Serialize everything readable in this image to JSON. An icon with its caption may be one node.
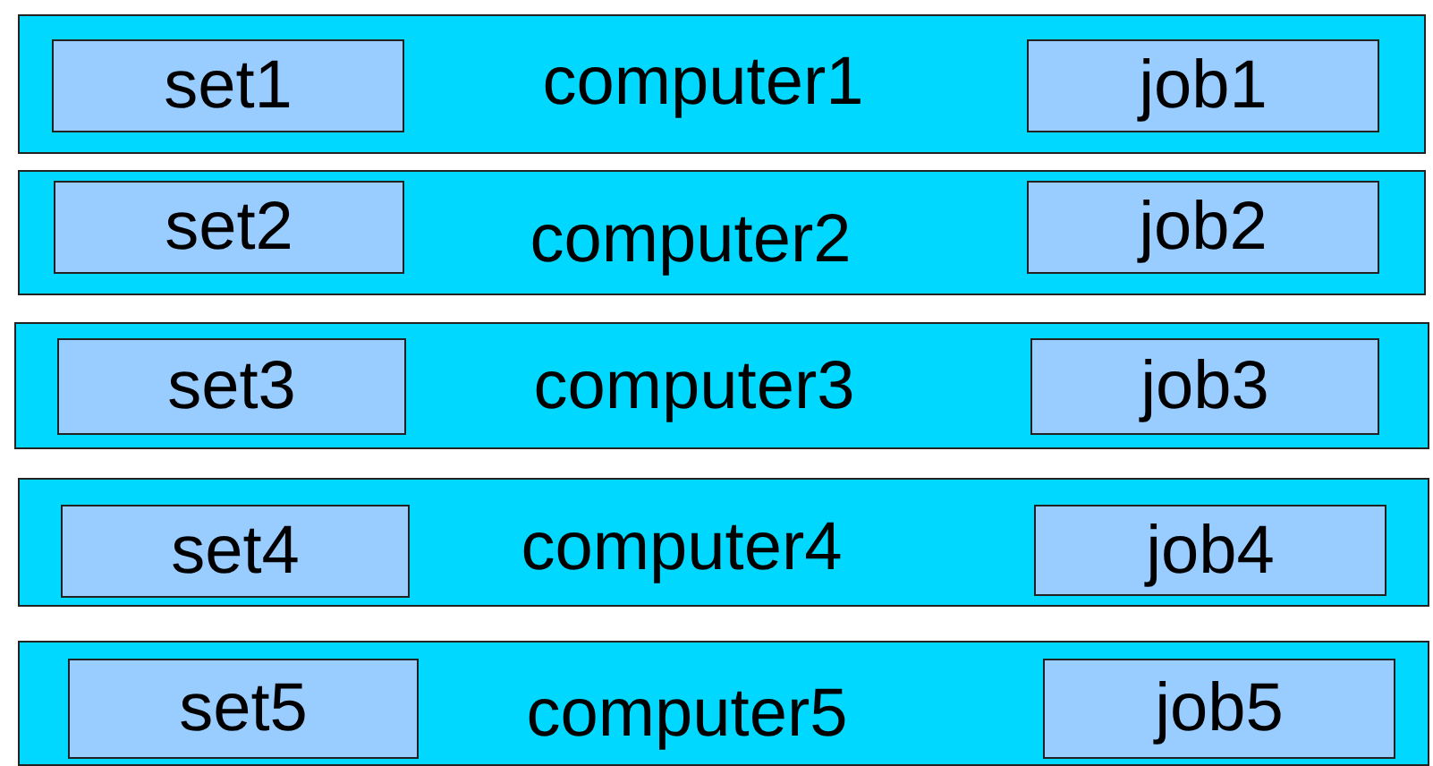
{
  "diagram": {
    "nodes": [
      {
        "text": [
          "computer1"
        ]
      },
      {
        "text": [
          "set1"
        ],
        "in": 0
      },
      {
        "text": [
          "job1"
        ],
        "in": 0
      },
      {
        "text": [
          "computer2"
        ]
      },
      {
        "text": [
          "set2"
        ],
        "in": 3
      },
      {
        "text": [
          "job2"
        ],
        "in": 3
      },
      {
        "text": [
          "computer3"
        ]
      },
      {
        "text": [
          "set3"
        ],
        "in": 6
      },
      {
        "text": [
          "job3"
        ],
        "in": 6
      },
      {
        "text": [
          "computer4"
        ]
      },
      {
        "text": [
          "set4"
        ],
        "in": 9
      },
      {
        "text": [
          "job4"
        ],
        "in": 9
      },
      {
        "text": [
          "computer5"
        ]
      },
      {
        "text": [
          "set5"
        ],
        "in": 12
      },
      {
        "text": [
          "job5"
        ],
        "in": 12
      }
    ]
  }
}
